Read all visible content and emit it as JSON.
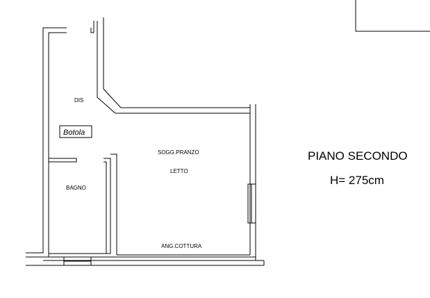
{
  "plan": {
    "title": "PIANO SECONDO",
    "height": "H= 275cm",
    "rooms": {
      "dis": "DIS",
      "botola": "Botola",
      "soggiorno": "SOGG.PRANZO",
      "letto": "LETTO",
      "bagno": "BAGNO",
      "cottura": "ANG.COTTURA"
    }
  }
}
